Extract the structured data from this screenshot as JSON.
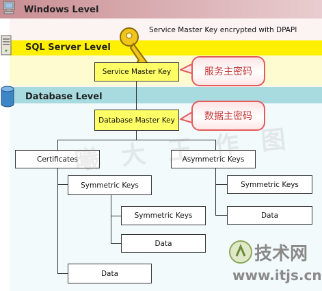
{
  "levels": {
    "windows": "Windows Level",
    "sql_server": "SQL Server Level",
    "database": "Database Level"
  },
  "dpapi_caption": "Service Master Key encrypted with DPAPI",
  "nodes": {
    "service_master_key": "Service Master Key",
    "database_master_key": "Database Master Key",
    "certificates": "Certificates",
    "asymmetric_keys": "Asymmetric Keys",
    "cert_symmetric_keys": "Symmetric Keys",
    "cert_sym_symmetric_keys": "Symmetric Keys",
    "cert_sym_data": "Data",
    "cert_data": "Data",
    "asym_symmetric_keys": "Symmetric Keys",
    "asym_data": "Data"
  },
  "callouts": {
    "service_master_key_cn": "服务主密码",
    "database_master_key_cn": "数据主密码"
  },
  "watermark": "曦 大 王 作 图",
  "site_logo": {
    "name_cn": "技术网",
    "url": "www.itjs.cn"
  },
  "colors": {
    "windows_band": "#d4a7aa",
    "sql_band": "#fef000",
    "database_band": "#a8dbe0",
    "node_yellow": "#ffff66",
    "callout_border": "#e25b5b"
  },
  "icons": [
    "computer-icon",
    "server-icon",
    "database-icon",
    "key-icon",
    "logo-icon"
  ]
}
